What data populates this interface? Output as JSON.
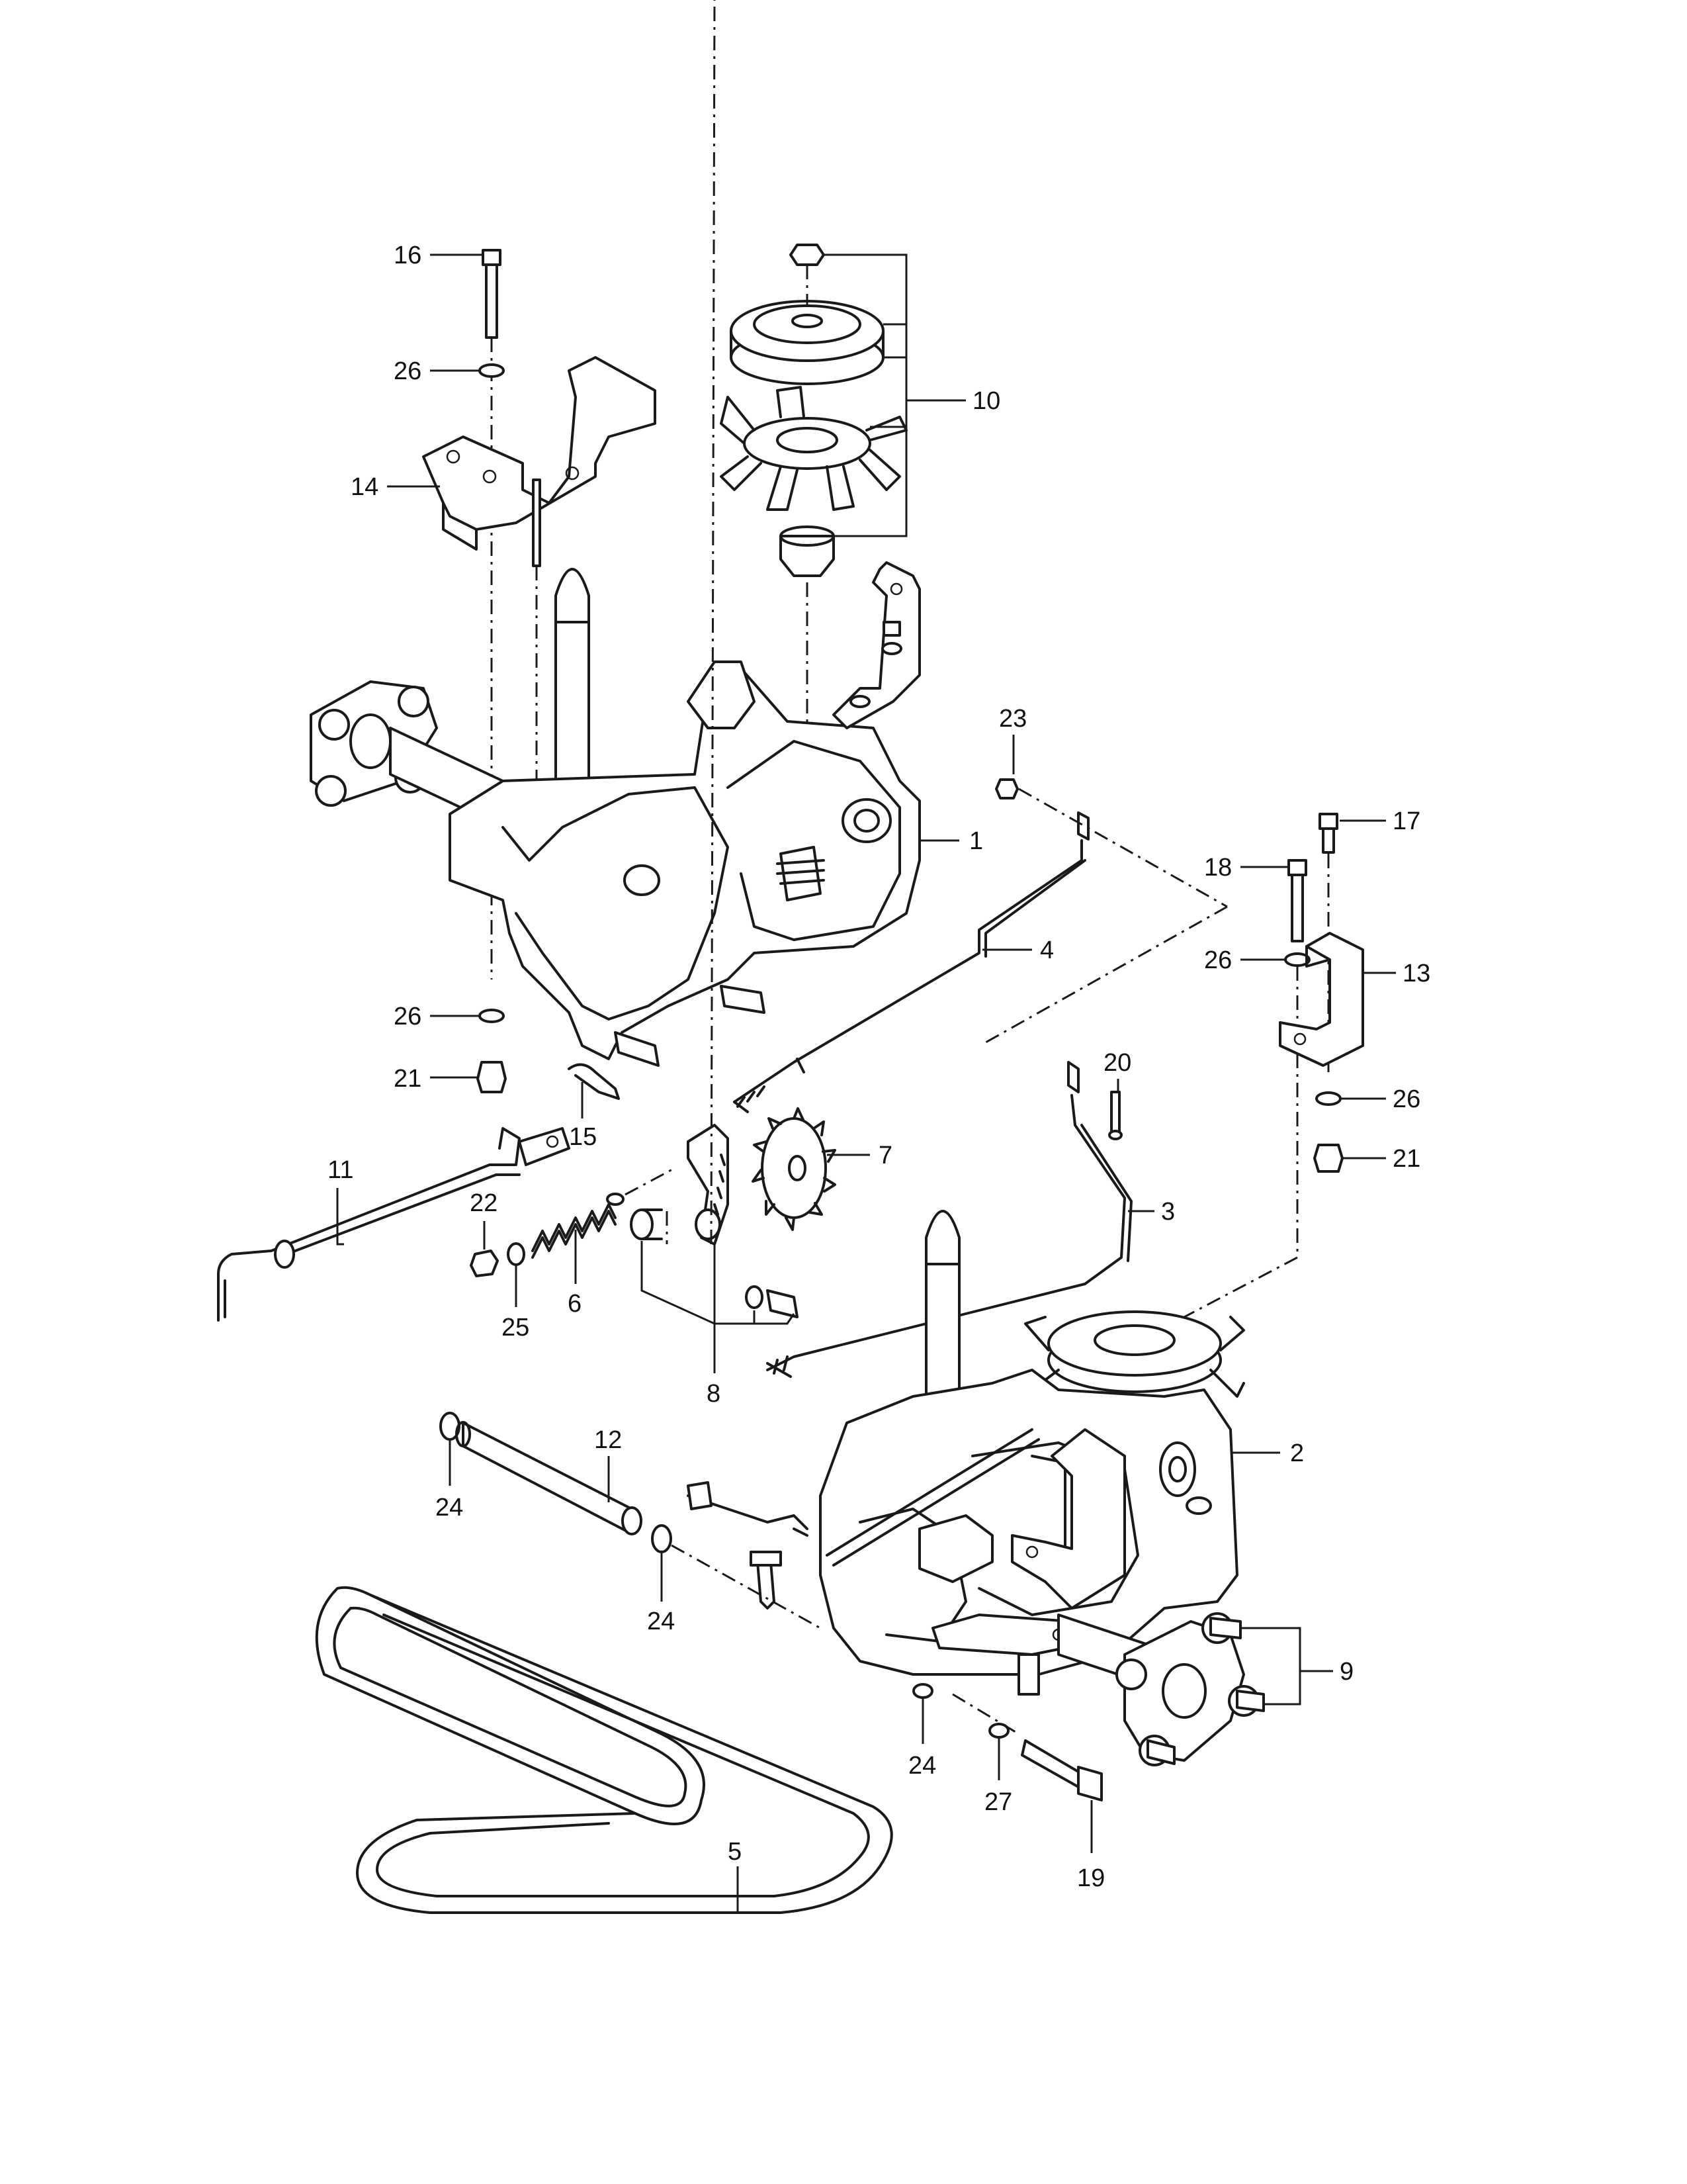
{
  "diagram": {
    "callouts": [
      {
        "id": "1",
        "label": "1"
      },
      {
        "id": "2",
        "label": "2"
      },
      {
        "id": "3",
        "label": "3"
      },
      {
        "id": "4",
        "label": "4"
      },
      {
        "id": "5",
        "label": "5"
      },
      {
        "id": "6",
        "label": "6"
      },
      {
        "id": "7",
        "label": "7"
      },
      {
        "id": "8",
        "label": "8"
      },
      {
        "id": "9",
        "label": "9"
      },
      {
        "id": "10",
        "label": "10"
      },
      {
        "id": "11",
        "label": "11"
      },
      {
        "id": "12",
        "label": "12"
      },
      {
        "id": "13",
        "label": "13"
      },
      {
        "id": "14",
        "label": "14"
      },
      {
        "id": "15",
        "label": "15"
      },
      {
        "id": "16",
        "label": "16"
      },
      {
        "id": "17",
        "label": "17"
      },
      {
        "id": "18",
        "label": "18"
      },
      {
        "id": "19",
        "label": "19"
      },
      {
        "id": "20",
        "label": "20"
      },
      {
        "id": "21a",
        "label": "21"
      },
      {
        "id": "21b",
        "label": "21"
      },
      {
        "id": "22",
        "label": "22"
      },
      {
        "id": "23",
        "label": "23"
      },
      {
        "id": "24a",
        "label": "24"
      },
      {
        "id": "24b",
        "label": "24"
      },
      {
        "id": "24c",
        "label": "24"
      },
      {
        "id": "25",
        "label": "25"
      },
      {
        "id": "26a",
        "label": "26"
      },
      {
        "id": "26b",
        "label": "26"
      },
      {
        "id": "26c",
        "label": "26"
      },
      {
        "id": "26d",
        "label": "26"
      },
      {
        "id": "27",
        "label": "27"
      }
    ]
  }
}
